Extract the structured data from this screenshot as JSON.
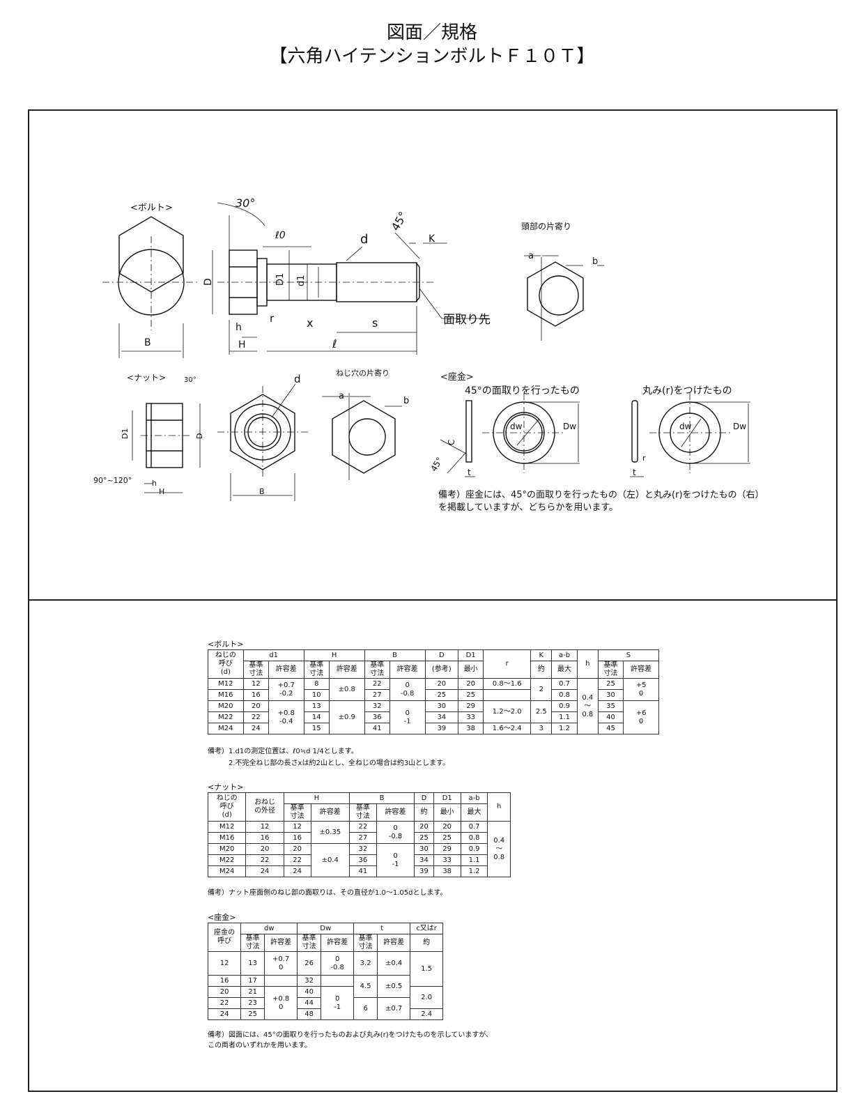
{
  "title": {
    "line1": "図面／規格",
    "line2": "【六角ハイテンションボルトＦ１０Ｔ】"
  },
  "drawing": {
    "bolt_label": "<ボルト>",
    "nut_label": "<ナット>",
    "washer_label": "<座金>",
    "head_offset_label": "頭部の片寄り",
    "hole_offset_label": "ねじ穴の片寄り",
    "chamfer_tip": "面取り先",
    "washer_left_caption": "45°の面取りを行ったもの",
    "washer_right_caption": "丸み(r)をつけたもの",
    "nut_angle": "90°~120°",
    "angle30": "30°",
    "angle30_nut": "30°",
    "angle45": "45°",
    "dims": {
      "B": "B",
      "D": "D",
      "d": "d",
      "d1": "d1",
      "D1": "D1",
      "l0": "ℓ0",
      "l": "ℓ",
      "K": "K",
      "h": "h",
      "H": "H",
      "r": "r",
      "x": "x",
      "s": "s",
      "a": "a",
      "b": "b",
      "dw": "dw",
      "Dw": "Dw",
      "t": "t",
      "C": "C"
    },
    "note_line1": "備考）座金には、45°の面取りを行ったもの（左）と丸み(r)をつけたもの（右）",
    "note_line2": "を掲載していますが、どちらかを用います。"
  },
  "bolt_table": {
    "label": "<ボルト>",
    "h": {
      "nominal": "ねじの\n呼び\n(d)",
      "d1": "d1",
      "H": "H",
      "B": "B",
      "D": "D",
      "D1": "D1",
      "r": "r",
      "K": "K",
      "ab": "a-b",
      "h": "h",
      "S": "S",
      "base": "基準\n寸法",
      "tol": "許容差",
      "ref": "(参考)",
      "min": "最小",
      "approx": "約",
      "max": "最大"
    },
    "rows": [
      {
        "d": "M12",
        "d1": "12",
        "H": "8",
        "B": "22",
        "D": "20",
        "D1": "20",
        "ab": "0.7",
        "S": "25"
      },
      {
        "d": "M16",
        "d1": "16",
        "H": "10",
        "B": "27",
        "D": "25",
        "D1": "25",
        "ab": "0.8",
        "S": "30"
      },
      {
        "d": "M20",
        "d1": "20",
        "H": "13",
        "B": "32",
        "D": "30",
        "D1": "29",
        "ab": "0.9",
        "S": "35"
      },
      {
        "d": "M22",
        "d1": "22",
        "H": "14",
        "B": "36",
        "D": "34",
        "D1": "33",
        "ab": "1.1",
        "S": "40"
      },
      {
        "d": "M24",
        "d1": "24",
        "H": "15",
        "B": "41",
        "D": "39",
        "D1": "38",
        "ab": "1.2",
        "S": "45"
      }
    ],
    "merged": {
      "d1_tol_a": "+0.7\n-0.2",
      "d1_tol_b": "+0.8\n-0.4",
      "H_tol_a": "±0.8",
      "H_tol_b": "±0.9",
      "B_tol_a": "0\n-0.8",
      "B_tol_b": "0\n-1",
      "r_a": "0.8～1.6",
      "r_b": "1.2～2.0",
      "r_c": "1.6～2.4",
      "K_a": "2",
      "K_b": "2.5",
      "K_c": "3",
      "h": "0.4\n～\n0.8",
      "S_tol_a": "+5\n0",
      "S_tol_b": "+6\n0"
    },
    "note1": "備考）1.d1の測定位置は、ℓ0≒d 1/4とします。",
    "note2": "2.不完全ねじ部の長さxは約2山とし、全ねじの場合は約3山とします。"
  },
  "nut_table": {
    "label": "<ナット>",
    "h": {
      "nominal": "ねじの\n呼び\n(d)",
      "outer": "おねじ\nの外径",
      "H": "H",
      "B": "B",
      "D": "D",
      "D1": "D1",
      "ab": "a-b",
      "h": "h",
      "base": "基準\n寸法",
      "tol": "許容差",
      "approx": "約",
      "min": "最小",
      "max": "最大"
    },
    "rows": [
      {
        "d": "M12",
        "outer": "12",
        "H": "12",
        "B": "22",
        "D": "20",
        "D1": "20",
        "ab": "0.7"
      },
      {
        "d": "M16",
        "outer": "16",
        "H": "16",
        "B": "27",
        "D": "25",
        "D1": "25",
        "ab": "0.8"
      },
      {
        "d": "M20",
        "outer": "20",
        "H": "20",
        "B": "32",
        "D": "30",
        "D1": "29",
        "ab": "0.9"
      },
      {
        "d": "M22",
        "outer": "22",
        "H": "22",
        "B": "36",
        "D": "34",
        "D1": "33",
        "ab": "1.1"
      },
      {
        "d": "M24",
        "outer": "24",
        "H": "24",
        "B": "41",
        "D": "39",
        "D1": "38",
        "ab": "1.2"
      }
    ],
    "merged": {
      "H_tol_a": "±0.35",
      "H_tol_b": "±0.4",
      "B_tol_a": "0\n-0.8",
      "B_tol_b": "0\n-1",
      "h": "0.4\n～\n0.8"
    },
    "note": "備考）ナット座面側のねじ部の面取りは、その直径が1.0～1.05dとします。"
  },
  "washer_table": {
    "label": "<座金>",
    "h": {
      "nominal": "座金の\n呼び",
      "dw": "dw",
      "Dw": "Dw",
      "t": "t",
      "c": "c又はr",
      "base": "基準\n寸法",
      "tol": "許容差",
      "approx": "約"
    },
    "rows": [
      {
        "n": "12",
        "dw": "13",
        "Dw": "26",
        "t": ""
      },
      {
        "n": "16",
        "dw": "17",
        "Dw": "32"
      },
      {
        "n": "20",
        "dw": "21",
        "Dw": "40"
      },
      {
        "n": "22",
        "dw": "23",
        "Dw": "44"
      },
      {
        "n": "24",
        "dw": "25",
        "Dw": "48"
      }
    ],
    "merged": {
      "dw_tol_a": "+0.7\n0",
      "dw_tol_b": "+0.8\n0",
      "Dw_tol_a": "0\n-0.8",
      "Dw_tol_b": "0\n-1",
      "t_a": "3.2",
      "t_tol_a": "±0.4",
      "t_b": "4.5",
      "t_tol_b": "±0.5",
      "t_c": "6",
      "t_tol_c": "±0.7",
      "c_a": "1.5",
      "c_b": "2.0",
      "c_c": "2.4"
    },
    "note1": "備考）図面には、45°の面取りを行ったものおよび丸み(r)をつけたものを示していますが、",
    "note2": "この両者のいずれかを用います。"
  }
}
